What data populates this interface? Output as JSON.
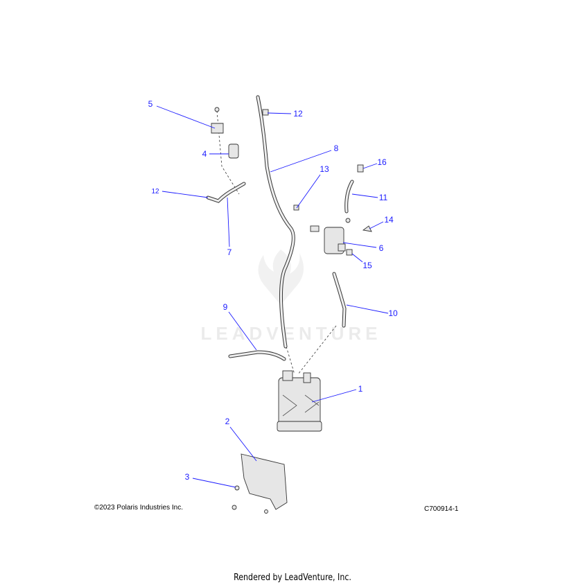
{
  "diagram": {
    "watermark": "LEADVENTURE",
    "copyright": "©2023 Polaris Industries Inc.",
    "diagram_code": "C700914-1",
    "callouts": [
      {
        "label": "1"
      },
      {
        "label": "2"
      },
      {
        "label": "3"
      },
      {
        "label": "4"
      },
      {
        "label": "5"
      },
      {
        "label": "6"
      },
      {
        "label": "7"
      },
      {
        "label": "8"
      },
      {
        "label": "9"
      },
      {
        "label": "10"
      },
      {
        "label": "11"
      },
      {
        "label": "12"
      },
      {
        "label": "12"
      },
      {
        "label": "13"
      },
      {
        "label": "14"
      },
      {
        "label": "15"
      },
      {
        "label": "16"
      }
    ]
  },
  "footer": {
    "rendered_by": "Rendered by LeadVenture, Inc."
  }
}
